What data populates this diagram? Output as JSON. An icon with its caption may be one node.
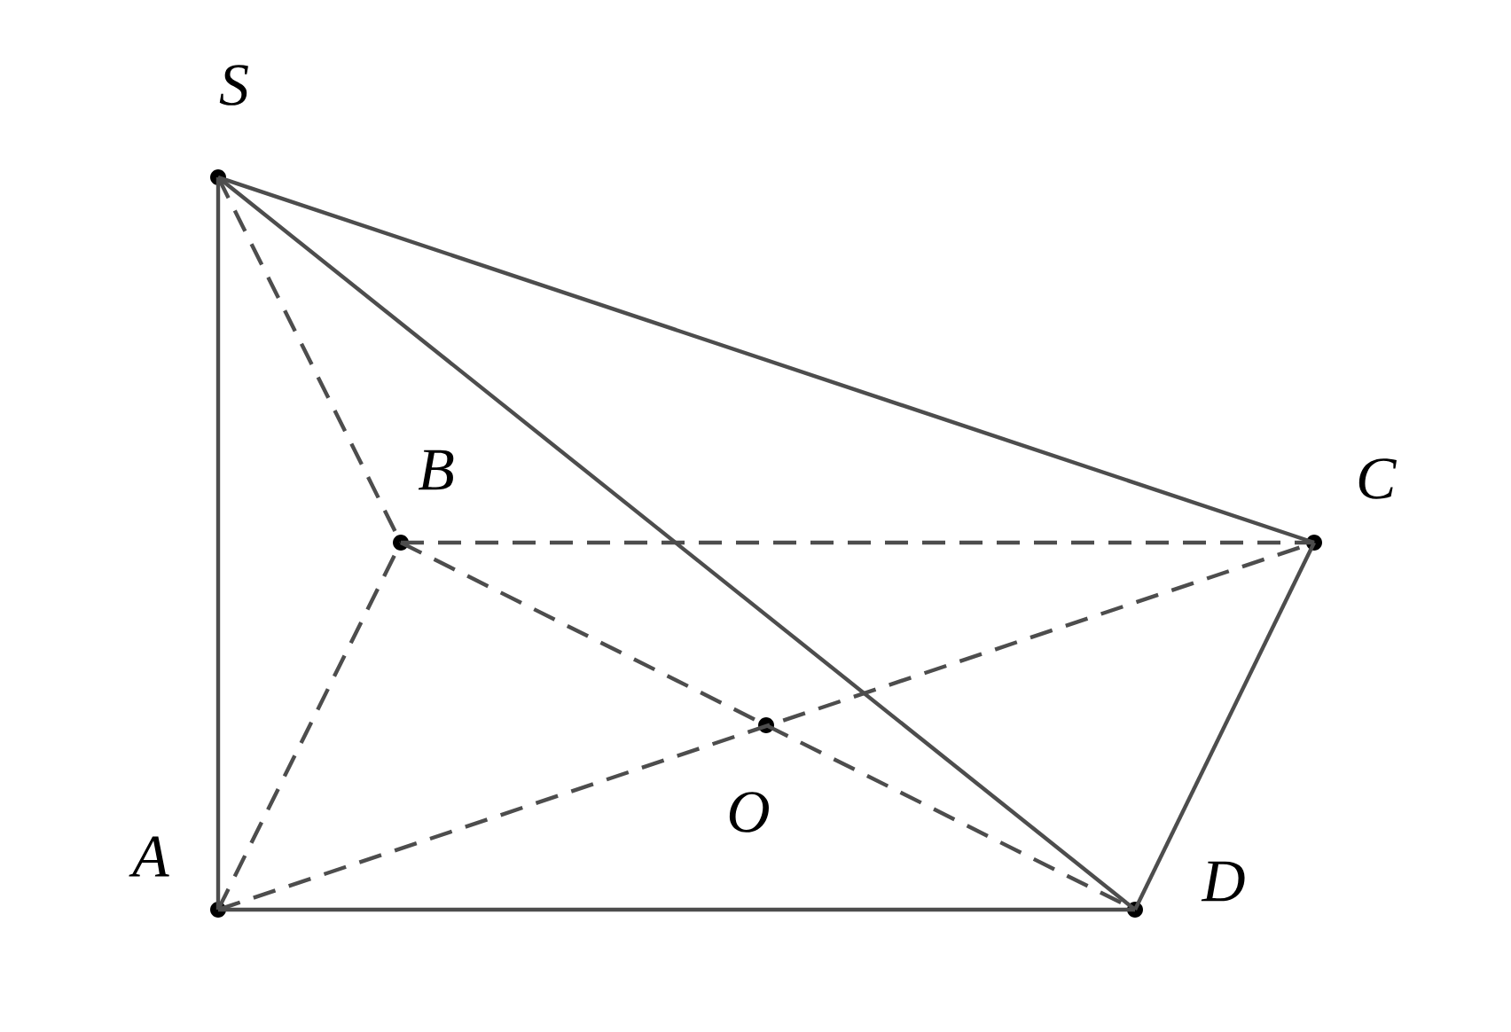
{
  "diagram": {
    "nodes": [
      {
        "text": [
          "*S*"
        ]
      },
      {
        "text": [
          "*B*"
        ]
      },
      {
        "text": [
          "*C*"
        ]
      },
      {
        "text": [
          "*O*"
        ]
      },
      {
        "text": [
          "*A*"
        ]
      },
      {
        "text": [
          "*D*"
        ]
      }
    ],
    "edges": [
      {
        "from": 0,
        "to": 4,
        "arrow": "none"
      },
      {
        "from": 0,
        "to": 1,
        "arrow": "none",
        "style": "dashed"
      },
      {
        "from": 0,
        "to": 2,
        "arrow": "none"
      },
      {
        "from": 0,
        "to": 5,
        "arrow": "none"
      },
      {
        "from": 4,
        "to": 1,
        "arrow": "none",
        "style": "dashed"
      },
      {
        "from": 1,
        "to": 2,
        "arrow": "none",
        "style": "dashed"
      },
      {
        "from": 2,
        "to": 5,
        "arrow": "none"
      },
      {
        "from": 4,
        "to": 5,
        "arrow": "none"
      },
      {
        "from": 4,
        "to": 2,
        "arrow": "none",
        "style": "dashed"
      },
      {
        "from": 1,
        "to": 5,
        "arrow": "none",
        "style": "dashed"
      }
    ]
  }
}
